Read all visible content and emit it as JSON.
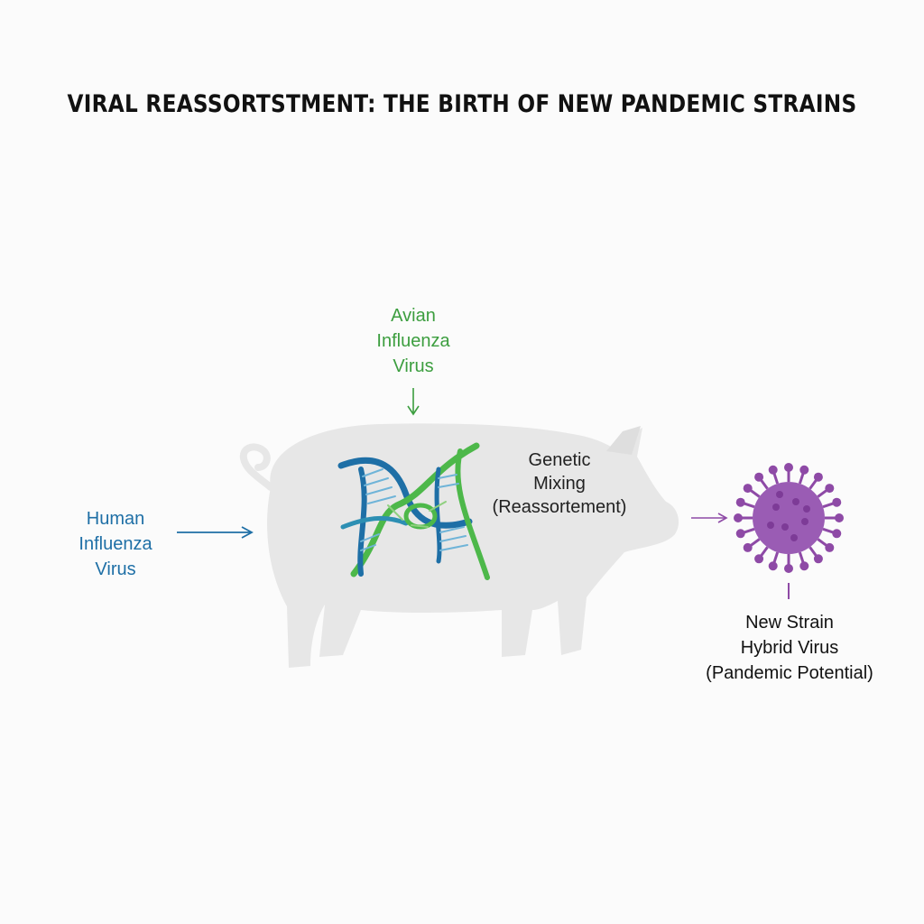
{
  "title": "VIRAL REASSORTSTMENT: THE BIRTH OF NEW PANDEMIC STRAINS",
  "labels": {
    "avian": [
      "Avian",
      "Influenza",
      "Virus"
    ],
    "human": [
      "Human",
      "Influenza",
      "Virus"
    ],
    "mixing": [
      "Genetic",
      "Mixing",
      "(Reassortement)"
    ],
    "result": [
      "New Strain",
      "Hybrid Virus",
      "(Pandemic Potential)"
    ]
  },
  "colors": {
    "avian": "#3c9e3f",
    "human": "#1e6fa6",
    "new_strain": "#8e4aa6",
    "pig": "#e7e7e7"
  },
  "icons": {
    "host": "pig-silhouette-icon",
    "genome": "dna-helix-icon",
    "virus": "virus-icon"
  }
}
